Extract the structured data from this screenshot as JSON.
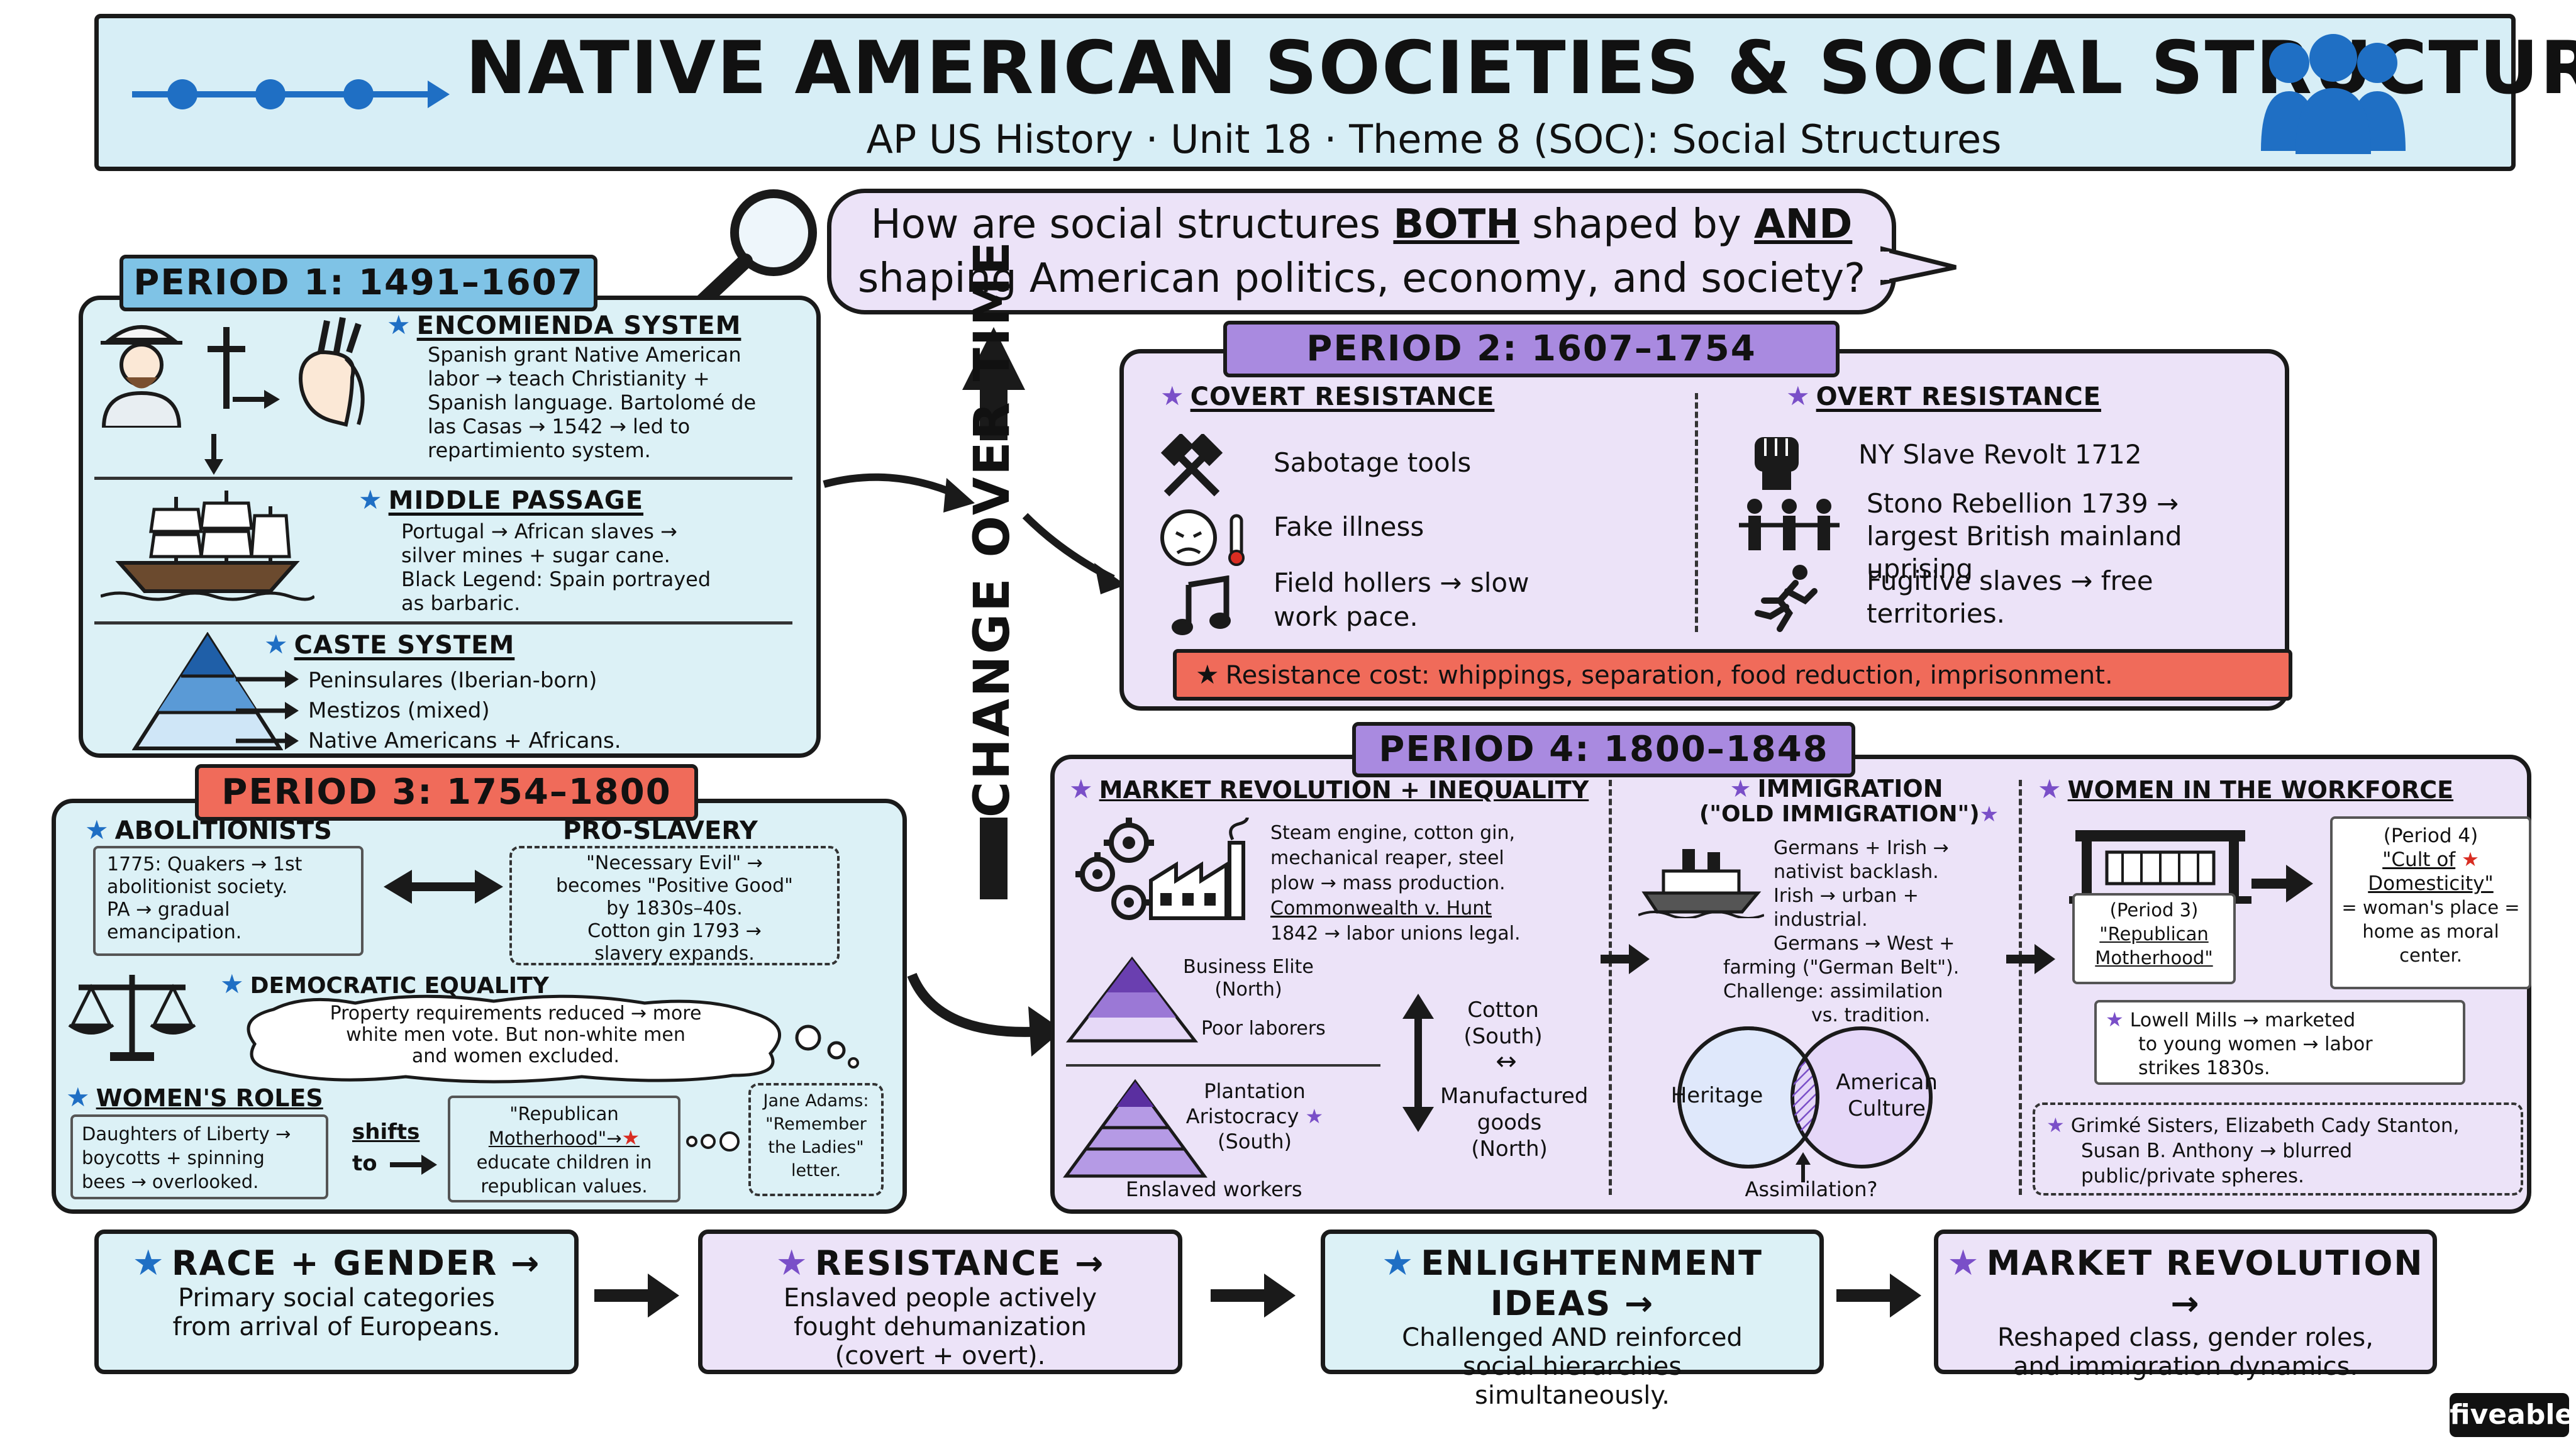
{
  "header": {
    "title": "NATIVE AMERICAN SOCIETIES & SOCIAL STRUCTURES",
    "subtitle": "AP US History · Unit 18 · Theme 8 (SOC): Social Structures"
  },
  "question": {
    "line1_a": "How are social structures ",
    "line1_both": "BOTH",
    "line1_b": " shaped by ",
    "line1_and": "AND",
    "line2": "shaping American politics, economy, and society?"
  },
  "change_over_time": "CHANGE OVER TIME",
  "period1": {
    "label": "PERIOD 1: 1491–1607",
    "encomienda": {
      "title": "ENCOMIENDA SYSTEM",
      "lines": [
        "Spanish grant Native American",
        "labor → teach Christianity +",
        "Spanish language. Bartolomé de",
        "las Casas → 1542 → led to",
        "repartimiento system."
      ]
    },
    "middle_passage": {
      "title": "MIDDLE PASSAGE",
      "lines": [
        "Portugal → African slaves →",
        "silver mines + sugar cane.",
        "Black Legend: Spain portrayed",
        "as barbaric."
      ]
    },
    "caste": {
      "title": "CASTE SYSTEM",
      "items": [
        "Peninsulares (Iberian-born)",
        "Mestizos (mixed)",
        "Native Americans + Africans."
      ]
    }
  },
  "period2": {
    "label": "PERIOD 2: 1607–1754",
    "covert": {
      "title": "COVERT RESISTANCE",
      "items": [
        "Sabotage tools",
        "Fake illness",
        "Field hollers → slow",
        "work pace."
      ]
    },
    "overt": {
      "title": "OVERT RESISTANCE",
      "items": [
        "NY Slave Revolt 1712",
        "Stono Rebellion 1739 →",
        "largest British mainland uprising",
        "Fugitive slaves → free",
        "territories."
      ]
    },
    "cost": "Resistance cost: whippings, separation, food reduction, imprisonment."
  },
  "period3": {
    "label": "PERIOD 3: 1754–1800",
    "abolitionists": {
      "title": "ABOLITIONISTS",
      "lines": [
        "1775: Quakers → 1st",
        "abolitionist society.",
        "PA → gradual",
        "emancipation."
      ]
    },
    "proslavery": {
      "title": "PRO-SLAVERY",
      "lines": [
        "\"Necessary Evil\" →",
        "becomes \"Positive Good\"",
        "by 1830s–40s.",
        "Cotton gin 1793 →",
        "slavery expands."
      ]
    },
    "democratic": {
      "title": "DEMOCRATIC EQUALITY",
      "lines": [
        "Property requirements reduced → more",
        "white men vote. But non-white men",
        "and women excluded."
      ]
    },
    "womens_roles": {
      "title": "WOMEN'S ROLES",
      "box1": [
        "Daughters of Liberty →",
        "boycotts + spinning",
        "bees → overlooked."
      ],
      "shifts": "shifts",
      "to": "to",
      "box2": [
        "\"Republican",
        "Motherhood\"→",
        "educate children in",
        "republican values."
      ],
      "box3": [
        "Jane Adams:",
        "\"Remember",
        "the Ladies\"",
        "letter."
      ]
    }
  },
  "period4": {
    "label": "PERIOD 4: 1800–1848",
    "market": {
      "title": "MARKET REVOLUTION + INEQUALITY",
      "lines": [
        "Steam engine, cotton gin,",
        "mechanical reaper, steel",
        "plow → mass production.",
        "Commonwealth v. Hunt",
        "1842 → labor unions legal."
      ],
      "elite": [
        "Business Elite",
        "(North)"
      ],
      "laborers": "Poor laborers",
      "cotton": [
        "Cotton",
        "(South)"
      ],
      "goods": [
        "Manufactured",
        "goods",
        "(North)"
      ],
      "plantation": [
        "Plantation",
        "Aristocracy",
        "(South)"
      ],
      "enslaved": "Enslaved workers"
    },
    "immigration": {
      "title": "IMMIGRATION",
      "subtitle": "(\"OLD IMMIGRATION\")",
      "lines": [
        "Germans + Irish →",
        "nativist backlash.",
        "Irish → urban +",
        "industrial.",
        "Germans → West +",
        "farming (\"German Belt\").",
        "Challenge: assimilation",
        "vs. tradition."
      ],
      "heritage": "Heritage",
      "american": [
        "American",
        "Culture"
      ],
      "assimilation": "Assimilation?"
    },
    "women": {
      "title": "WOMEN IN THE WORKFORCE",
      "rep": [
        "(Period 3)",
        "\"Republican",
        "Motherhood\""
      ],
      "cult": [
        "(Period 4)",
        "\"Cult of",
        "Domesticity\"",
        "= woman's place =",
        "home as moral",
        "center."
      ],
      "lowell": [
        "Lowell Mills → marketed",
        "to young women → labor",
        "strikes 1830s."
      ],
      "grimke": [
        "Grimké Sisters, Elizabeth Cady Stanton,",
        "Susan B. Anthony → blurred",
        "public/private spheres."
      ]
    }
  },
  "bottom": [
    {
      "title": "RACE + GENDER →",
      "lines": [
        "Primary social categories",
        "from arrival of Europeans."
      ]
    },
    {
      "title": "RESISTANCE →",
      "lines": [
        "Enslaved people actively",
        "fought dehumanization",
        "(covert + overt)."
      ]
    },
    {
      "title": "ENLIGHTENMENT IDEAS →",
      "lines": [
        "Challenged AND reinforced",
        "social hierarchies",
        "simultaneously."
      ]
    },
    {
      "title": "MARKET REVOLUTION →",
      "lines": [
        "Reshaped class, gender roles,",
        "and immigration dynamics."
      ]
    }
  ],
  "brand": "fiveable",
  "colors": {
    "blue_panel": "#dcf1f6",
    "purple_panel": "#ece3f8",
    "blue_accent": "#1f6fc4",
    "purple_accent": "#7a4fc8",
    "red_accent": "#d82d22",
    "salmon": "#f06b5a"
  },
  "icons": [
    "people-icon",
    "magnifier-icon",
    "conquistador-icon",
    "native-head-icon",
    "ship-icon",
    "pyramid-icon",
    "hammer-icon",
    "sick-face-icon",
    "music-note-icon",
    "fist-icon",
    "group-icon",
    "runner-icon",
    "gears-icon",
    "factory-icon",
    "steamship-icon",
    "loom-icon",
    "scales-icon",
    "thought-cloud-icon"
  ]
}
